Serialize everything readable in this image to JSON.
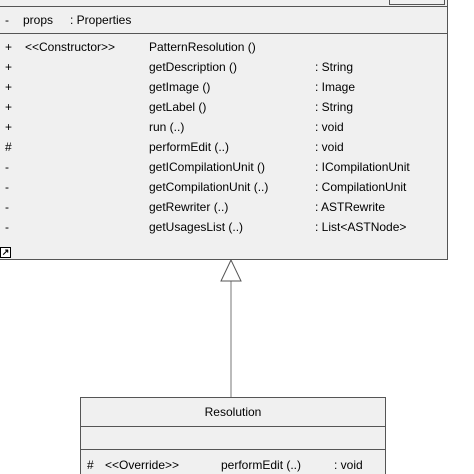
{
  "top_class": {
    "attribute": {
      "visibility": "-",
      "name": "props",
      "type": ": Properties"
    },
    "operations": [
      {
        "visibility": "+",
        "stereotype": "<<Constructor>>",
        "name": "PatternResolution ()",
        "type": ""
      },
      {
        "visibility": "+",
        "stereotype": "",
        "name": "getDescription ()",
        "type": ": String"
      },
      {
        "visibility": "+",
        "stereotype": "",
        "name": "getImage ()",
        "type": ": Image"
      },
      {
        "visibility": "+",
        "stereotype": "",
        "name": "getLabel ()",
        "type": ": String"
      },
      {
        "visibility": "+",
        "stereotype": "",
        "name": "run (..)",
        "type": ": void"
      },
      {
        "visibility": "#",
        "stereotype": "",
        "name": "performEdit (..)",
        "type": ": void"
      },
      {
        "visibility": "-",
        "stereotype": "",
        "name": "getICompilationUnit ()",
        "type": ": ICompilationUnit"
      },
      {
        "visibility": "-",
        "stereotype": "",
        "name": "getCompilationUnit (..)",
        "type": ": CompilationUnit"
      },
      {
        "visibility": "-",
        "stereotype": "",
        "name": "getRewriter (..)",
        "type": ": ASTRewrite"
      },
      {
        "visibility": "-",
        "stereotype": "",
        "name": "getUsagesList (..)",
        "type": ": List<ASTNode>"
      }
    ]
  },
  "bottom_class": {
    "name": "Resolution",
    "operation": {
      "visibility": "#",
      "stereotype": "<<Override>>",
      "name": "performEdit (..)",
      "type": ": void"
    }
  },
  "relationship": {
    "kind": "generalization",
    "from": "Resolution",
    "to": "top_class"
  },
  "colors": {
    "class_fill": "#f0f0f0",
    "class_border": "#555555",
    "connector": "#777777"
  }
}
